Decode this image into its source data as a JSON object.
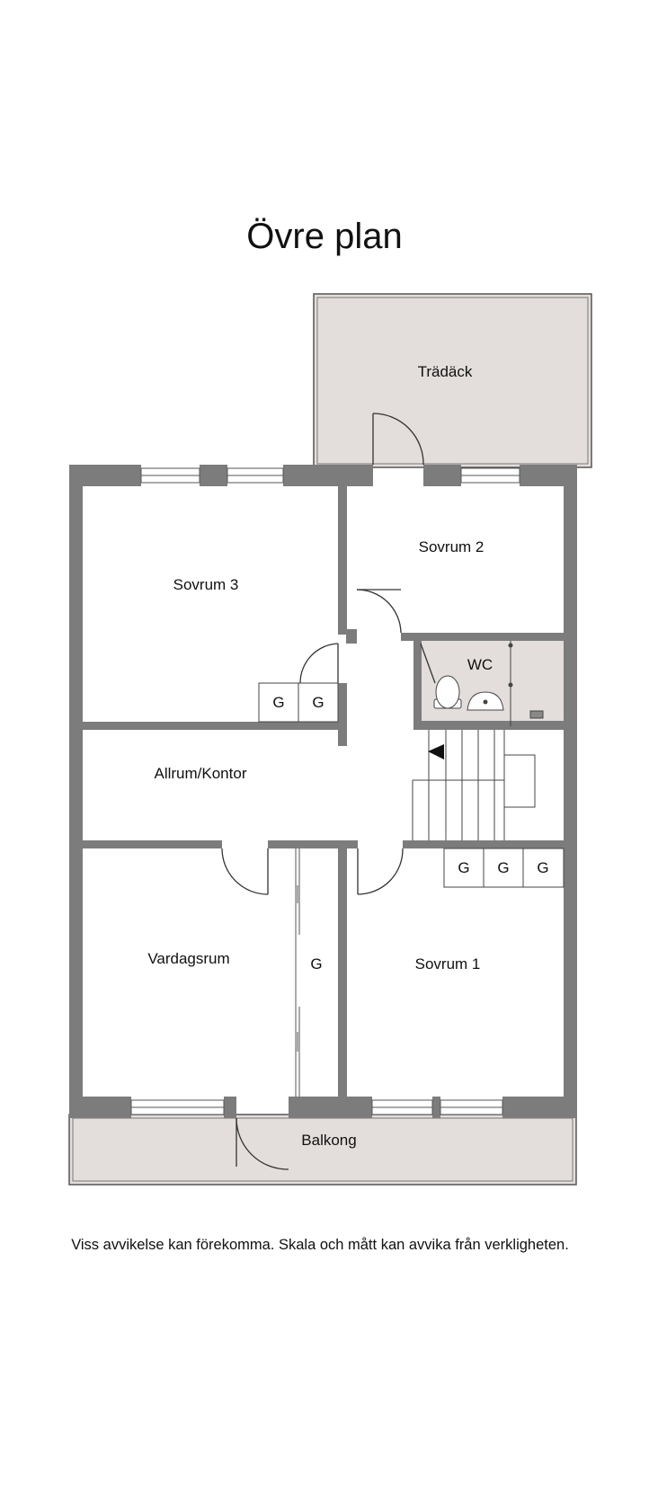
{
  "title": "Övre plan",
  "rooms": {
    "tradack": "Trädäck",
    "sovrum2": "Sovrum 2",
    "sovrum3": "Sovrum 3",
    "wc": "WC",
    "allrum": "Allrum/Kontor",
    "vardagsrum": "Vardagsrum",
    "sovrum1": "Sovrum 1",
    "balkong": "Balkong"
  },
  "closet_label": "G",
  "disclaimer": "Viss avvikelse kan förekomma. Skala och mått kan avvika från verkligheten.",
  "colors": {
    "wall": "#7c7c7c",
    "deck_fill": "#e3dedb",
    "wc_fill": "#e3dedb",
    "line": "#333333"
  }
}
